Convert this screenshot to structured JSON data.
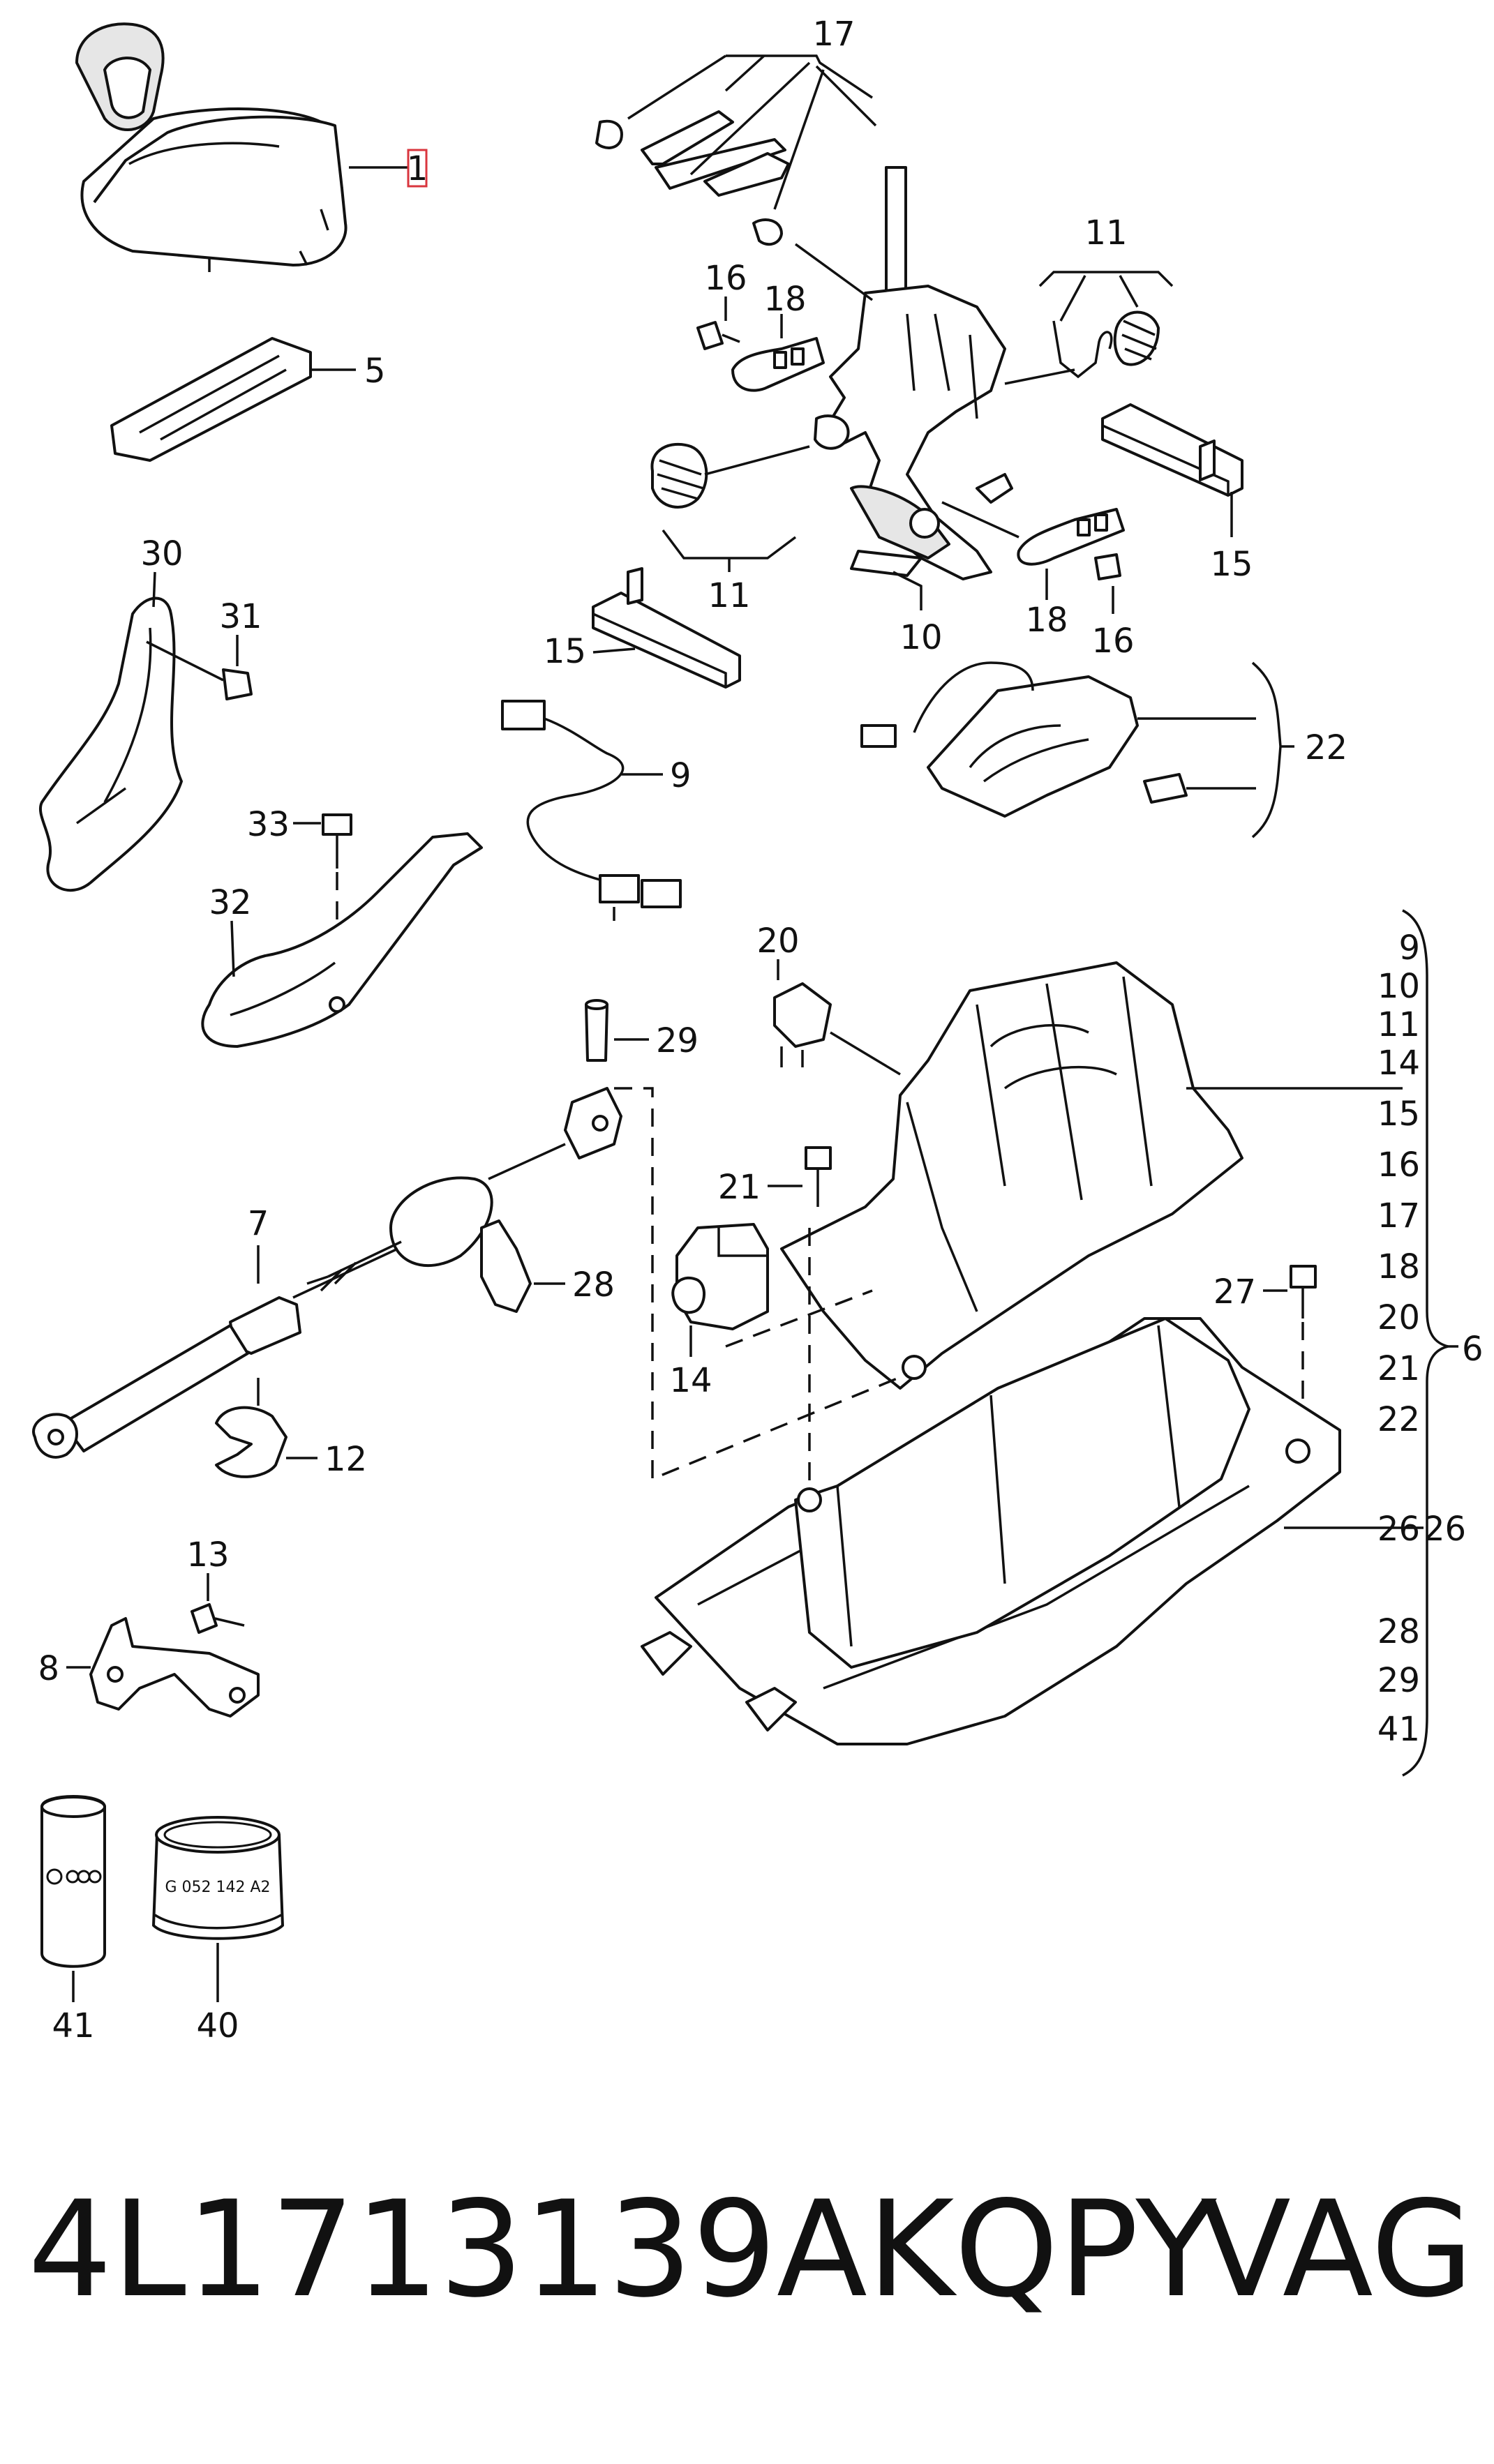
{
  "labels": {
    "l1": "1",
    "l5": "5",
    "l7": "7",
    "l8": "8",
    "l9": "9",
    "l10": "10",
    "l11a": "11",
    "l11b": "11",
    "l12": "12",
    "l13": "13",
    "l14": "14",
    "l15a": "15",
    "l15b": "15",
    "l16a": "16",
    "l16b": "16",
    "l17": "17",
    "l18a": "18",
    "l18b": "18",
    "l20": "20",
    "l21": "21",
    "l22": "22",
    "l26": "26",
    "l27": "27",
    "l28": "28",
    "l29": "29",
    "l30": "30",
    "l31": "31",
    "l32": "32",
    "l33": "33",
    "l40": "40",
    "l41": "41",
    "l6": "6"
  },
  "assembly_list": [
    "9",
    "10",
    "11",
    "14",
    "15",
    "16",
    "17",
    "18",
    "20",
    "21",
    "22",
    "26",
    "28",
    "29",
    "41"
  ],
  "tube_label": "G 052 142 A2",
  "footer": {
    "part_number": "4L1713139AKQPY",
    "brand": "VAG"
  },
  "colors": {
    "line": "#111111",
    "highlight_box": "#d9363e",
    "fill_grey": "#e6e6e6"
  }
}
